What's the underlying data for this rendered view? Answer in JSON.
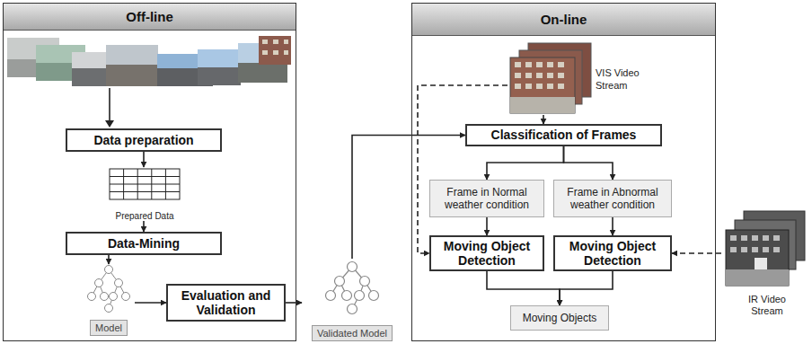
{
  "diagram": {
    "nodes": [
      {
        "text": [
          "Off-line"
        ]
      },
      {
        "text": [
          "Data preparation"
        ],
        "in": 0
      },
      {
        "text": [
          "Prepared Data"
        ],
        "in": 0
      },
      {
        "text": [
          "Data-Mining"
        ],
        "in": 0
      },
      {
        "text": [
          "Model"
        ],
        "in": 0
      },
      {
        "text": [
          "Evaluation and Validation"
        ],
        "in": 0
      },
      {
        "text": [
          "Validated Model"
        ]
      },
      {
        "text": [
          "On-line"
        ]
      },
      {
        "text": [
          "VIS Video Stream"
        ],
        "in": 7
      },
      {
        "text": [
          "Classification of Frames"
        ],
        "in": 7
      },
      {
        "text": [
          "Frame in Normal weather condition"
        ],
        "in": 7
      },
      {
        "text": [
          "Frame in Abnormal weather condition"
        ],
        "in": 7
      },
      {
        "text": [
          "Moving Object Detection"
        ],
        "in": 7
      },
      {
        "text": [
          "Moving Object Detection"
        ],
        "in": 7
      },
      {
        "text": [
          "Moving Objects"
        ],
        "in": 7
      },
      {
        "text": [
          "IR Video Stream"
        ]
      }
    ],
    "edges": [
      {
        "from": 1,
        "to": 2,
        "arrow": "to"
      },
      {
        "from": 2,
        "to": 3,
        "arrow": "to"
      },
      {
        "from": 3,
        "to": 4,
        "arrow": "to"
      },
      {
        "from": 4,
        "to": 5,
        "arrow": "to"
      },
      {
        "from": 5,
        "to": 6,
        "arrow": "to"
      },
      {
        "from": 6,
        "to": 9,
        "arrow": "to"
      },
      {
        "from": 8,
        "to": 9,
        "arrow": "to"
      },
      {
        "from": 8,
        "to": 12,
        "arrow": "to"
      },
      {
        "from": 9,
        "to": 10,
        "arrow": "to"
      },
      {
        "from": 9,
        "to": 11,
        "arrow": "to"
      },
      {
        "from": 10,
        "to": 12,
        "arrow": "to"
      },
      {
        "from": 11,
        "to": 13,
        "arrow": "to"
      },
      {
        "from": 12,
        "to": 14,
        "arrow": "to"
      },
      {
        "from": 13,
        "to": 14,
        "arrow": "to"
      },
      {
        "from": 15,
        "to": 13,
        "arrow": "to"
      }
    ]
  }
}
